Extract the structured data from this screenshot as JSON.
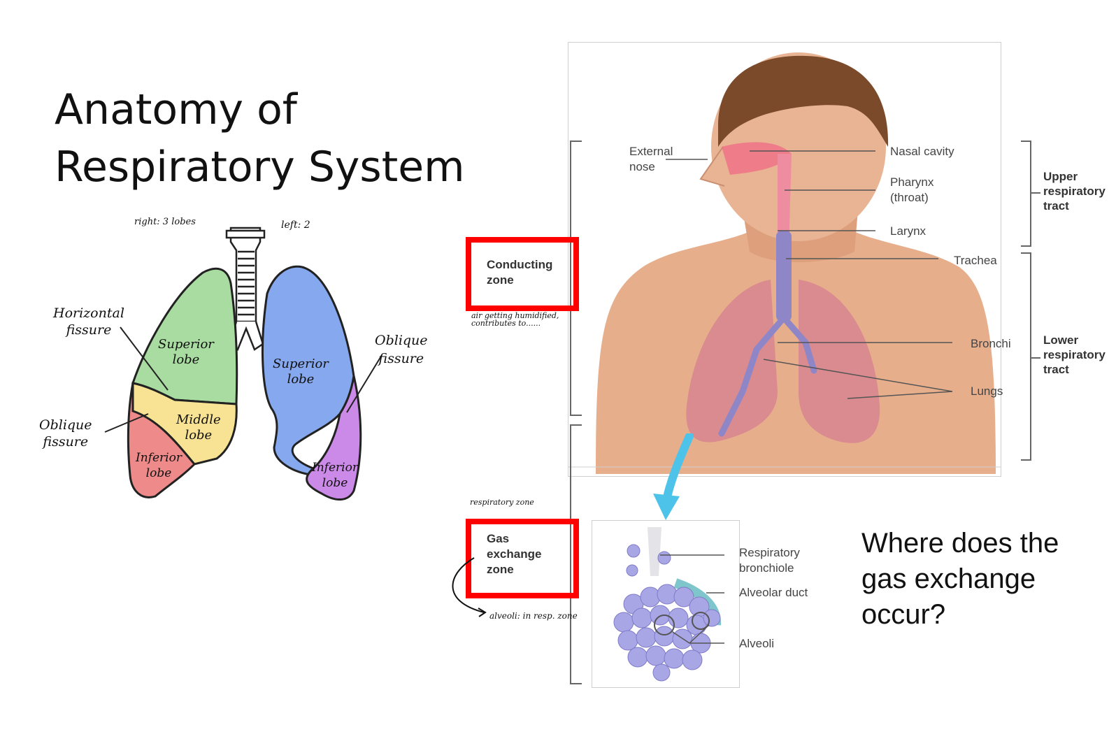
{
  "slide": {
    "title": "Anatomy of\nRespiratory System",
    "question": "Where does the\ngas exchange\noccur?"
  },
  "lung_sketch": {
    "note_right": "right: 3 lobes",
    "note_left": "left: 2",
    "horizontal_fissure": "Horizontal\nfissure",
    "oblique_fissure_left_side": "Oblique\nfissure",
    "oblique_fissure_right_side": "Oblique\nfissure",
    "right_superior": "Superior\nlobe",
    "right_middle": "Middle\nlobe",
    "right_inferior": "Inferior\nlobe",
    "left_superior": "Superior\nlobe",
    "left_inferior": "Inferior\nlobe",
    "colors": {
      "superior_right": "#a8dca0",
      "middle": "#f7e393",
      "inferior_right": "#ef8a8a",
      "superior_left": "#86a8ee",
      "inferior_left": "#cc8ae8"
    }
  },
  "anatomy": {
    "external_nose": "External\nnose",
    "nasal_cavity": "Nasal cavity",
    "pharynx": "Pharynx\n(throat)",
    "larynx": "Larynx",
    "trachea": "Trachea",
    "bronchi": "Bronchi",
    "lungs": "Lungs",
    "upper_tract": "Upper\nrespiratory\ntract",
    "lower_tract": "Lower\nrespiratory\ntract",
    "conducting_zone": "Conducting\nzone",
    "gas_exchange_zone": "Gas\nexchange\nzone",
    "respiratory_bronchiole": "Respiratory\nbronchiole",
    "alveolar_duct": "Alveolar duct",
    "alveoli": "Alveoli"
  },
  "annotations": {
    "conducting_note_1": "air getting humidified,",
    "conducting_note_2": "contributes to......",
    "respiratory_zone": "respiratory zone",
    "alveoli_note": "alveoli: in resp. zone"
  },
  "colors": {
    "highlight_box": "#ff0000",
    "skin": "#e7ae8c",
    "lung": "#d98b8f",
    "airway": "#8f86c8",
    "alveoli": "#a9a6e6",
    "arrow": "#4ec3ea"
  }
}
